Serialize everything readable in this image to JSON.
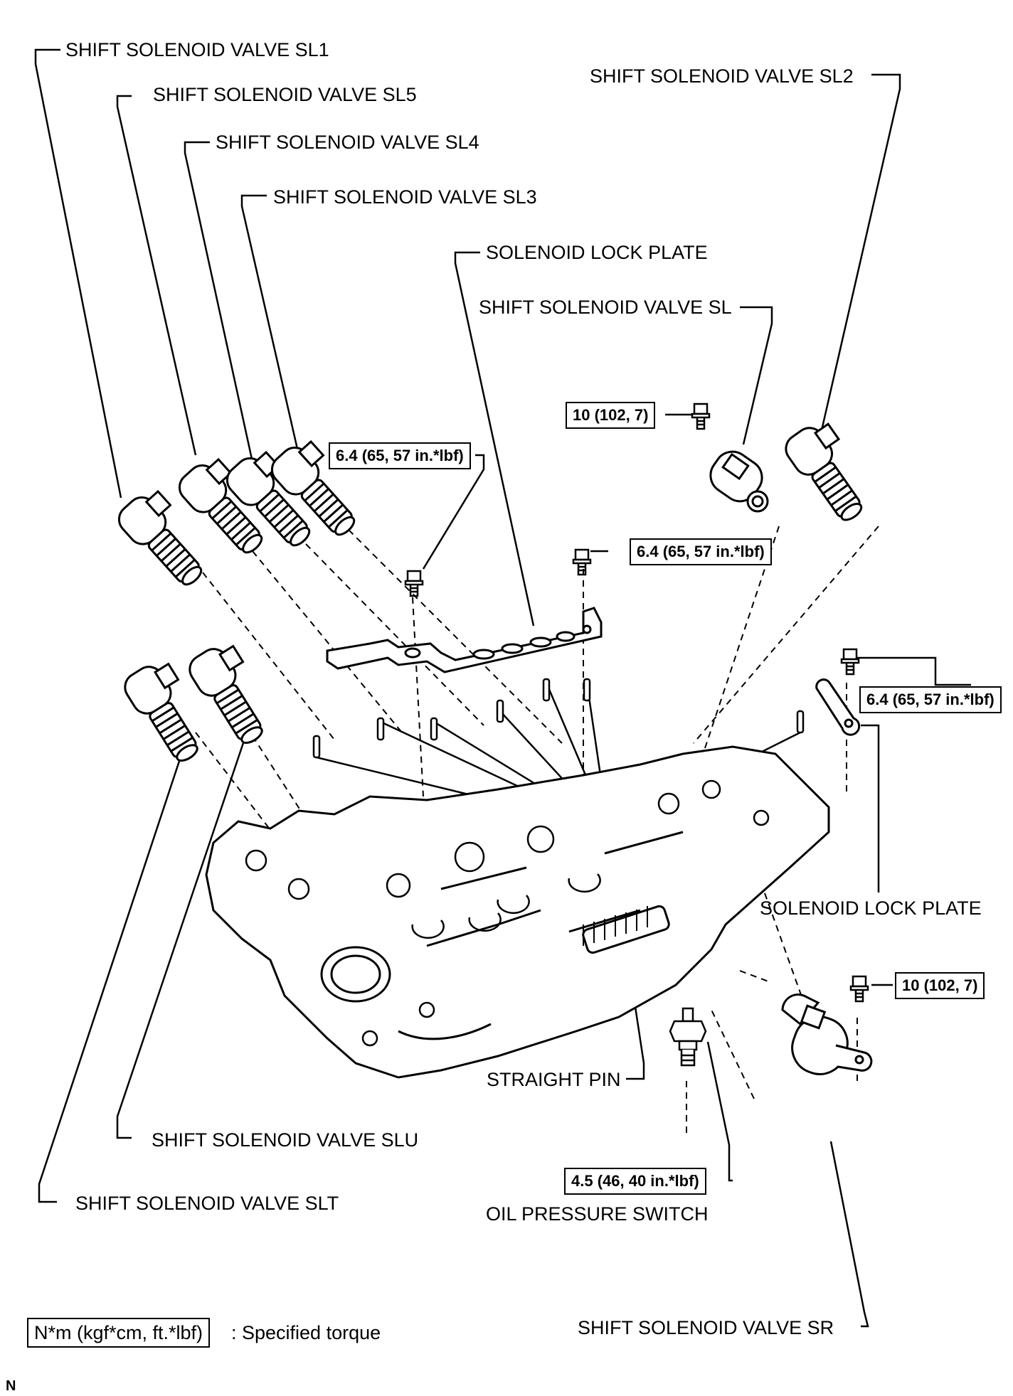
{
  "labels": {
    "sl1": "SHIFT SOLENOID VALVE SL1",
    "sl5": "SHIFT SOLENOID VALVE SL5",
    "sl4": "SHIFT SOLENOID VALVE SL4",
    "sl3": "SHIFT SOLENOID VALVE SL3",
    "lock_plate_top": "SOLENOID LOCK PLATE",
    "sl": "SHIFT SOLENOID VALVE SL",
    "sl2": "SHIFT SOLENOID VALVE SL2",
    "lock_plate_right": "SOLENOID LOCK PLATE",
    "straight_pin": "STRAIGHT PIN",
    "slu": "SHIFT SOLENOID VALVE SLU",
    "slt": "SHIFT SOLENOID VALVE SLT",
    "oil_pressure_switch": "OIL PRESSURE SWITCH",
    "sr": "SHIFT SOLENOID VALVE SR"
  },
  "torques": {
    "sl_bolt": "10 (102, 7)",
    "lock_plate_bolt_left": "6.4 (65, 57 in.*lbf)",
    "lock_plate_bolt_center": "6.4 (65, 57 in.*lbf)",
    "lock_plate_bolt_right": "6.4 (65, 57 in.*lbf)",
    "sr_bolt": "10 (102, 7)",
    "oil_pressure_switch": "4.5 (46, 40 in.*lbf)"
  },
  "legend": {
    "box": "N*m (kgf*cm, ft.*lbf)",
    "text": ": Specified torque"
  },
  "corner_mark": "N"
}
